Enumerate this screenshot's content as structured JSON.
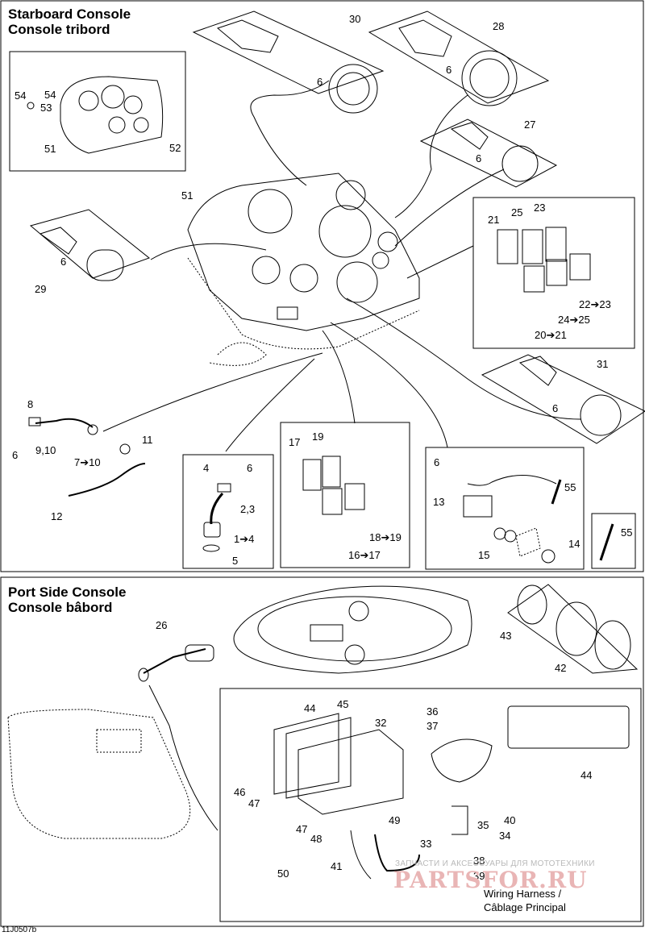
{
  "sections": {
    "starboard": {
      "title_en": "Starboard Console",
      "title_fr": "Console tribord"
    },
    "port": {
      "title_en": "Port Side Console",
      "title_fr": "Console bâbord"
    }
  },
  "footer_code": "11J0507b",
  "watermark": {
    "text": "ЗАПЧАСТИ И АКСЕССУАРЫ ДЛЯ МОТОТЕХНИКИ",
    "logo": "PARTSFOR.RU"
  },
  "callouts": {
    "c30": "30",
    "c28": "28",
    "c27": "27",
    "c31": "31",
    "c51a": "51",
    "c51b": "51",
    "c52": "52",
    "c53": "53",
    "c54": "54",
    "c29": "29",
    "c21": "21",
    "c25": "25",
    "c23": "23",
    "c22_23": "22➔23",
    "c24_25": "24➔25",
    "c20_21": "20➔21",
    "c8": "8",
    "c9_10": "9,10",
    "c7_10": "7➔10",
    "c11": "11",
    "c12": "12",
    "c4": "4",
    "c6a": "6",
    "c2_3": "2,3",
    "c1_4": "1➔4",
    "c5": "5",
    "c17": "17",
    "c19": "19",
    "c18_19": "18➔19",
    "c16_17": "16➔17",
    "c13": "13",
    "c15": "15",
    "c14": "14",
    "c55a": "55",
    "c55b": "55",
    "c6_30": "6",
    "c6_28": "6",
    "c6_27": "6",
    "c6_29": "6",
    "c6_31": "6",
    "c6_8": "6",
    "c6_13": "6",
    "c26": "26",
    "c43": "43",
    "c42": "42",
    "c44a": "44",
    "c45": "45",
    "c32": "32",
    "c36": "36",
    "c37": "37",
    "c44b": "44",
    "c46": "46",
    "c47a": "47",
    "c47b": "47",
    "c48": "48",
    "c49": "49",
    "c35": "35",
    "c40": "40",
    "c34": "34",
    "c33": "33",
    "c38": "38",
    "c39": "39",
    "c41": "41",
    "c50": "50",
    "wiring_en": "Wiring Harness /",
    "wiring_fr": "Câblage Principal"
  }
}
